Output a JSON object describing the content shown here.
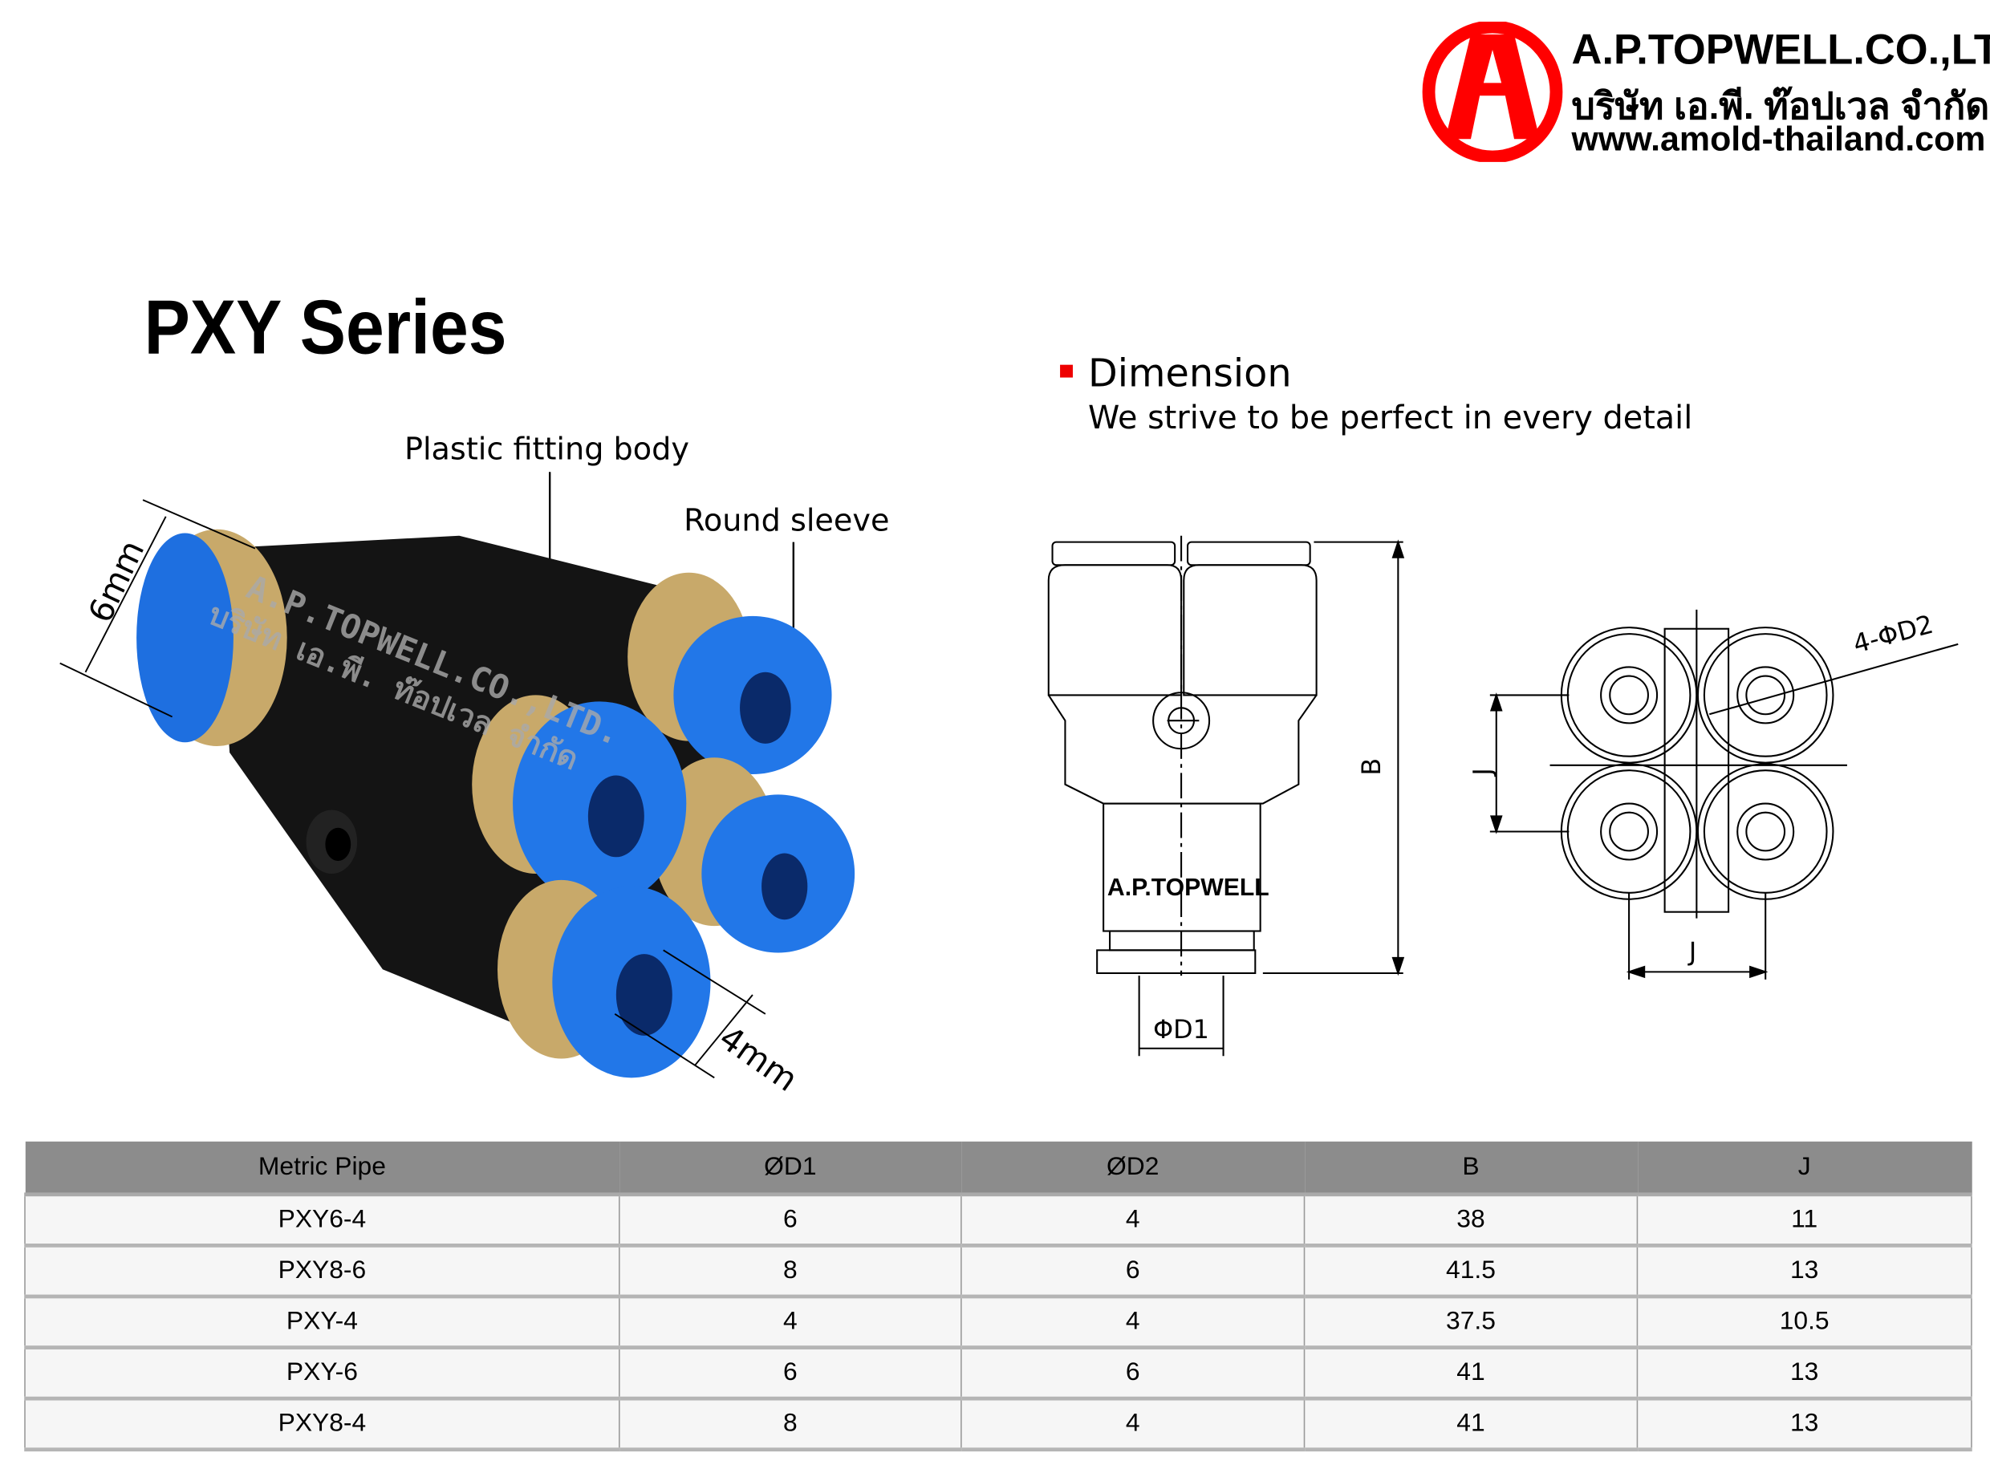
{
  "brand": {
    "name_en": "A.P.TOPWELL.CO.,LTD.",
    "name_th": "บริษัท เอ.พี. ท๊อปเวล จำกัด",
    "website": "www.amold-thailand.com",
    "logo_letter": "A",
    "color": "#ff0000"
  },
  "page_title": "PXY Series",
  "photo": {
    "label_body": "Plastic fitting body",
    "label_sleeve": "Round sleeve",
    "dim_in": "6mm",
    "dim_out": "4mm",
    "watermark_en": "A.P.TOPWELL.CO.,LTD.",
    "watermark_th": "บริษัท เอ.พี. ท๊อปเวล จำกัด"
  },
  "dimension": {
    "heading": "Dimension",
    "subheading": "We strive to be perfect in every detail",
    "drawing_brand": "A.P.TOPWELL",
    "label_b": "B",
    "label_j": "J",
    "label_d1": "ΦD1",
    "label_d2": "4-ΦD2"
  },
  "table": {
    "headers": [
      "Metric Pipe",
      "ØD1",
      "ØD2",
      "B",
      "J"
    ],
    "rows": [
      [
        "PXY6-4",
        "6",
        "4",
        "38",
        "11"
      ],
      [
        "PXY8-6",
        "8",
        "6",
        "41.5",
        "13"
      ],
      [
        "PXY-4",
        "4",
        "4",
        "37.5",
        "10.5"
      ],
      [
        "PXY-6",
        "6",
        "6",
        "41",
        "13"
      ],
      [
        "PXY8-4",
        "8",
        "4",
        "41",
        "13"
      ]
    ]
  }
}
